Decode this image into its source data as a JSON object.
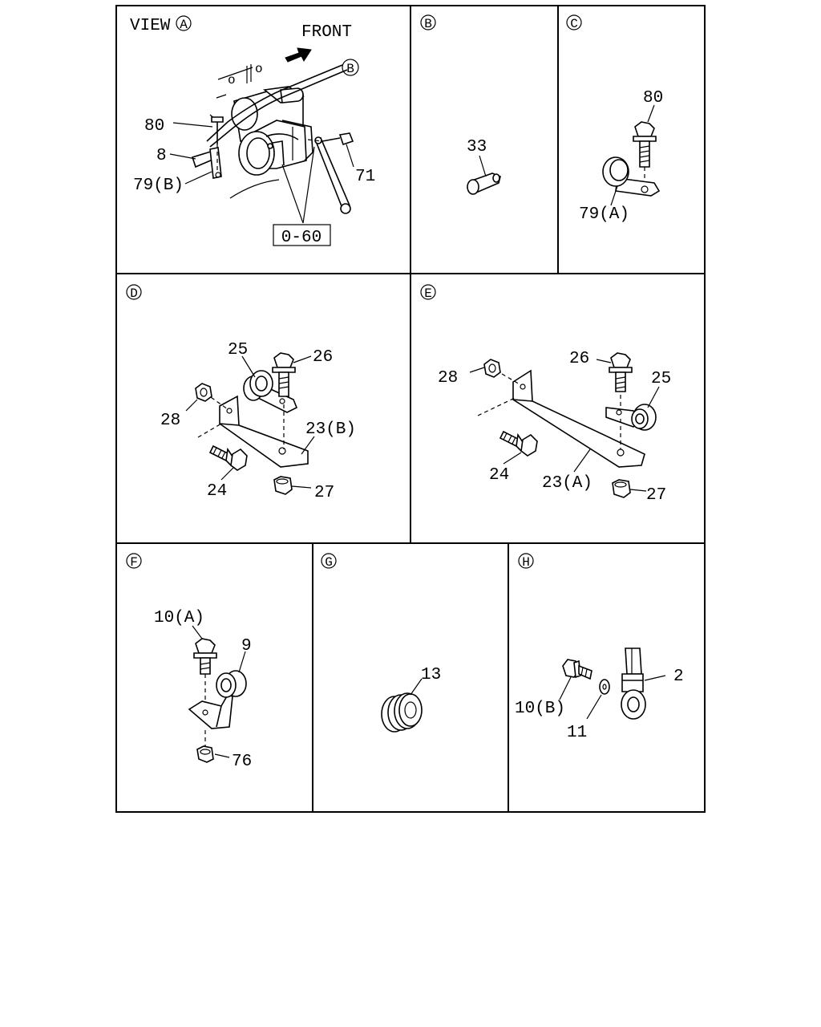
{
  "view_a": {
    "view_word": "VIEW",
    "view_letter": "A",
    "front_label": "FRONT",
    "callout_b": "B",
    "labels": {
      "p80": "80",
      "p8": "8",
      "p79b": "79(B)",
      "p71": "71",
      "ref": "0-60"
    }
  },
  "panel_b": {
    "letter": "B",
    "labels": {
      "p33": "33"
    }
  },
  "panel_c": {
    "letter": "C",
    "labels": {
      "p80": "80",
      "p79a": "79(A)"
    }
  },
  "panel_d": {
    "letter": "D",
    "labels": {
      "p25": "25",
      "p26": "26",
      "p28": "28",
      "p23b": "23(B)",
      "p24": "24",
      "p27": "27"
    }
  },
  "panel_e": {
    "letter": "E",
    "labels": {
      "p26": "26",
      "p28": "28",
      "p25": "25",
      "p24": "24",
      "p23a": "23(A)",
      "p27": "27"
    }
  },
  "panel_f": {
    "letter": "F",
    "labels": {
      "p10a": "10(A)",
      "p9": "9",
      "p76": "76"
    }
  },
  "panel_g": {
    "letter": "G",
    "labels": {
      "p13": "13"
    }
  },
  "panel_h": {
    "letter": "H",
    "labels": {
      "p2": "2",
      "p10b": "10(B)",
      "p11": "11"
    }
  }
}
